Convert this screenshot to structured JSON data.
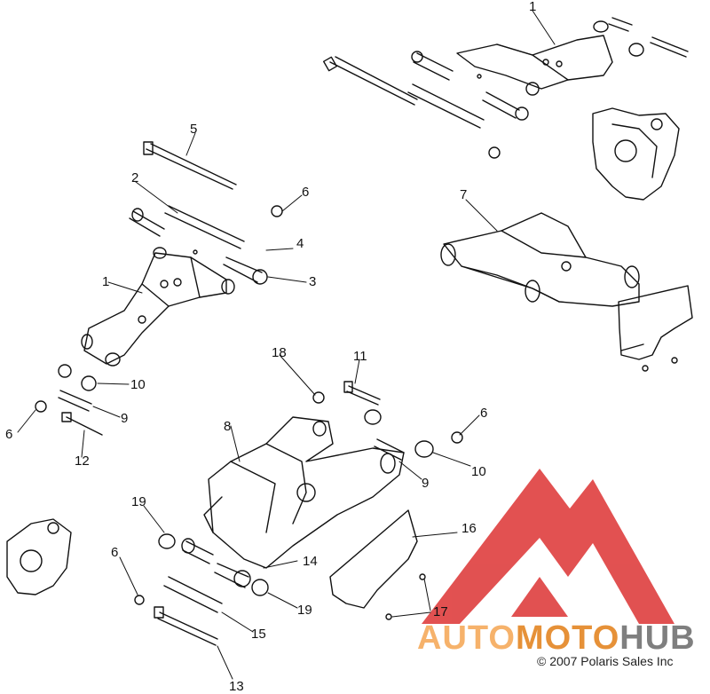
{
  "callouts": [
    {
      "id": "c1a",
      "text": "1"
    },
    {
      "id": "c5",
      "text": "5"
    },
    {
      "id": "c2",
      "text": "2"
    },
    {
      "id": "c6a",
      "text": "6"
    },
    {
      "id": "c4",
      "text": "4"
    },
    {
      "id": "c3",
      "text": "3"
    },
    {
      "id": "c1b",
      "text": "1"
    },
    {
      "id": "c7",
      "text": "7"
    },
    {
      "id": "c10a",
      "text": "10"
    },
    {
      "id": "c9a",
      "text": "9"
    },
    {
      "id": "c6b",
      "text": "6"
    },
    {
      "id": "c12",
      "text": "12"
    },
    {
      "id": "c18",
      "text": "18"
    },
    {
      "id": "c11",
      "text": "11"
    },
    {
      "id": "c6c",
      "text": "6"
    },
    {
      "id": "c8",
      "text": "8"
    },
    {
      "id": "c10b",
      "text": "10"
    },
    {
      "id": "c9b",
      "text": "9"
    },
    {
      "id": "c16",
      "text": "16"
    },
    {
      "id": "c19a",
      "text": "19"
    },
    {
      "id": "c6d",
      "text": "6"
    },
    {
      "id": "c14",
      "text": "14"
    },
    {
      "id": "c19b",
      "text": "19"
    },
    {
      "id": "c17",
      "text": "17"
    },
    {
      "id": "c15",
      "text": "15"
    },
    {
      "id": "c13",
      "text": "13"
    }
  ],
  "watermark": {
    "part1": "AUTO",
    "part2": "MOTO",
    "part3": "HUB",
    "colors": {
      "triangle": "#e04848",
      "auto": "#f6b26b",
      "moto": "#e69138",
      "hub": "#7f7f7f"
    }
  },
  "copyright": "© 2007 Polaris Sales Inc"
}
